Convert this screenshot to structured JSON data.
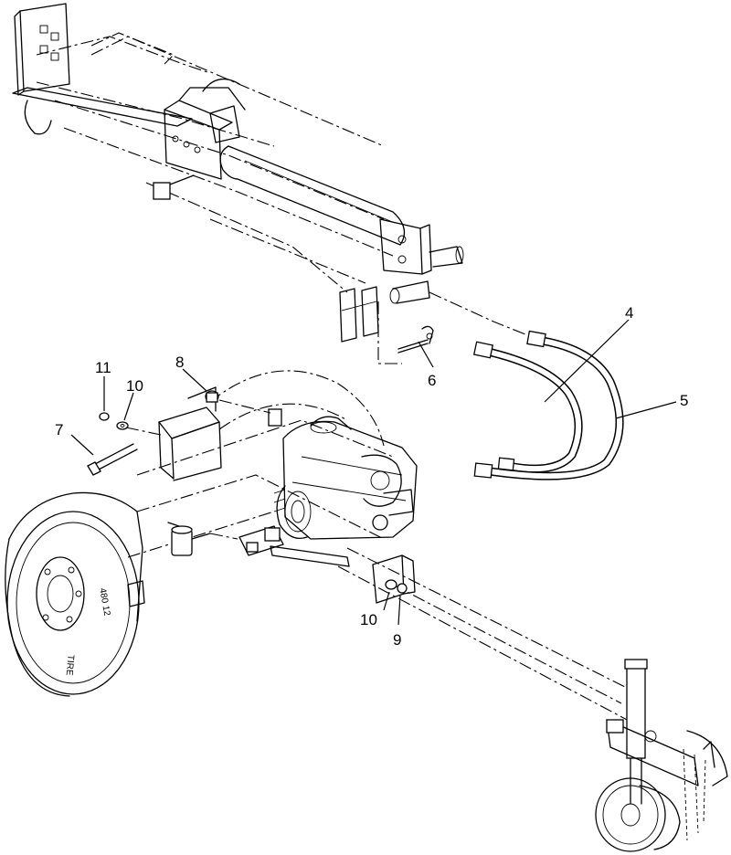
{
  "callouts": {
    "c4": "4",
    "c5": "5",
    "c6": "6",
    "c7": "7",
    "c8": "8",
    "c9": "9",
    "c10a": "10",
    "c10b": "10",
    "c11": "11"
  },
  "tire": {
    "size_text": "480 12",
    "tread_text": "TIRE"
  }
}
